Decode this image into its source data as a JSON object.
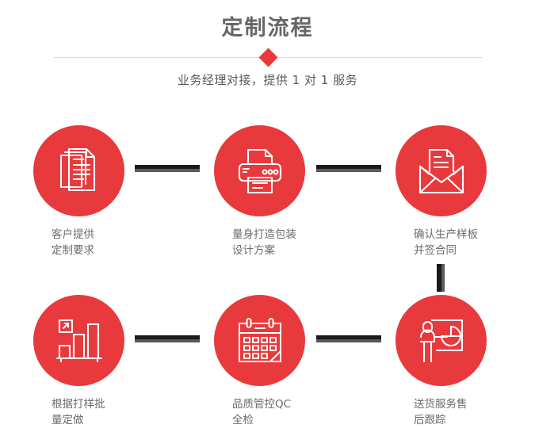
{
  "header": {
    "title": "定制流程",
    "subtitle": "业务经理对接，提供 1 对 1 服务",
    "divider_icon": "diamond"
  },
  "colors": {
    "accent_red": "#e8393c",
    "title_gray": "#666666",
    "label_gray": "#6b6b6b",
    "connector_dark": "#1a1a1a",
    "connector_gray": "#595959",
    "divider_line": "#d8d8d8",
    "background": "#ffffff"
  },
  "steps": [
    {
      "id": 1,
      "icon": "documents-icon",
      "label": "客户提供\n定制要求"
    },
    {
      "id": 2,
      "icon": "printer-icon",
      "label": "量身打造包装\n设计方案"
    },
    {
      "id": 3,
      "icon": "envelope-icon",
      "label": "确认生产样板\n并签合同"
    },
    {
      "id": 4,
      "icon": "bar-chart-icon",
      "label": "根据打样批\n量定做"
    },
    {
      "id": 5,
      "icon": "calendar-icon",
      "label": "品质管控QC\n全检"
    },
    {
      "id": 6,
      "icon": "presentation-icon",
      "label": "送货服务售\n后跟踪"
    }
  ],
  "connectors": [
    {
      "id": 1,
      "orientation": "horizontal",
      "from": 1,
      "to": 2
    },
    {
      "id": 2,
      "orientation": "horizontal",
      "from": 2,
      "to": 3
    },
    {
      "id": 3,
      "orientation": "vertical",
      "from": 3,
      "to": 6
    },
    {
      "id": 4,
      "orientation": "horizontal",
      "from": 4,
      "to": 5
    },
    {
      "id": 5,
      "orientation": "horizontal",
      "from": 5,
      "to": 6
    }
  ]
}
